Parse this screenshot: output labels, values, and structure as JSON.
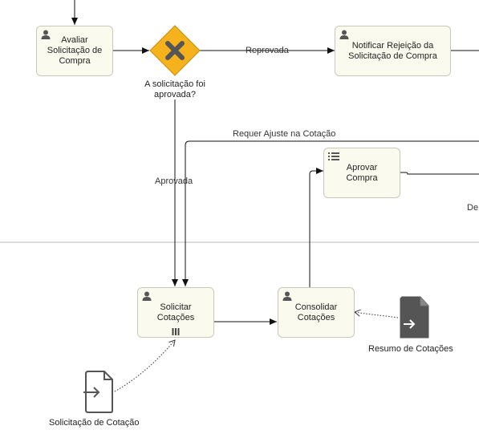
{
  "gateway": {
    "label": "A solicitação foi\naprovada?"
  },
  "tasks": {
    "avaliar": {
      "label": "Avaliar\nSolicitação de\nCompra",
      "icon": "user-icon"
    },
    "notificar": {
      "label": "Notificar Rejeição da\nSolicitação de Compra",
      "icon": "user-icon"
    },
    "aprovar": {
      "label": "Aprovar\nCompra",
      "icon": "list-icon"
    },
    "solicitar": {
      "label": "Solicitar\nCotações",
      "icon": "user-icon",
      "marker": "parallel-multi-instance-icon"
    },
    "consolidar": {
      "label": "Consolidar\nCotações",
      "icon": "user-icon"
    }
  },
  "flows": {
    "reprovada": "Reprovada",
    "aprovada": "Aprovada",
    "requer_ajuste": "Requer Ajuste na Cotação",
    "cut_label": "De"
  },
  "data_objects": {
    "solicitacao_cotacao": {
      "label": "Solicitação de Cotação",
      "type": "input",
      "fill": "#ffffff"
    },
    "resumo_cotacoes": {
      "label": "Resumo de Cotações",
      "type": "output",
      "fill": "#555555"
    }
  },
  "colors": {
    "gateway_fill": "#f5b21c",
    "gateway_stroke": "#c98d0a",
    "task_fill": "#fbfaee",
    "line": "#111111",
    "lane_divider": "#bbbbbb",
    "icon": "#555555"
  }
}
